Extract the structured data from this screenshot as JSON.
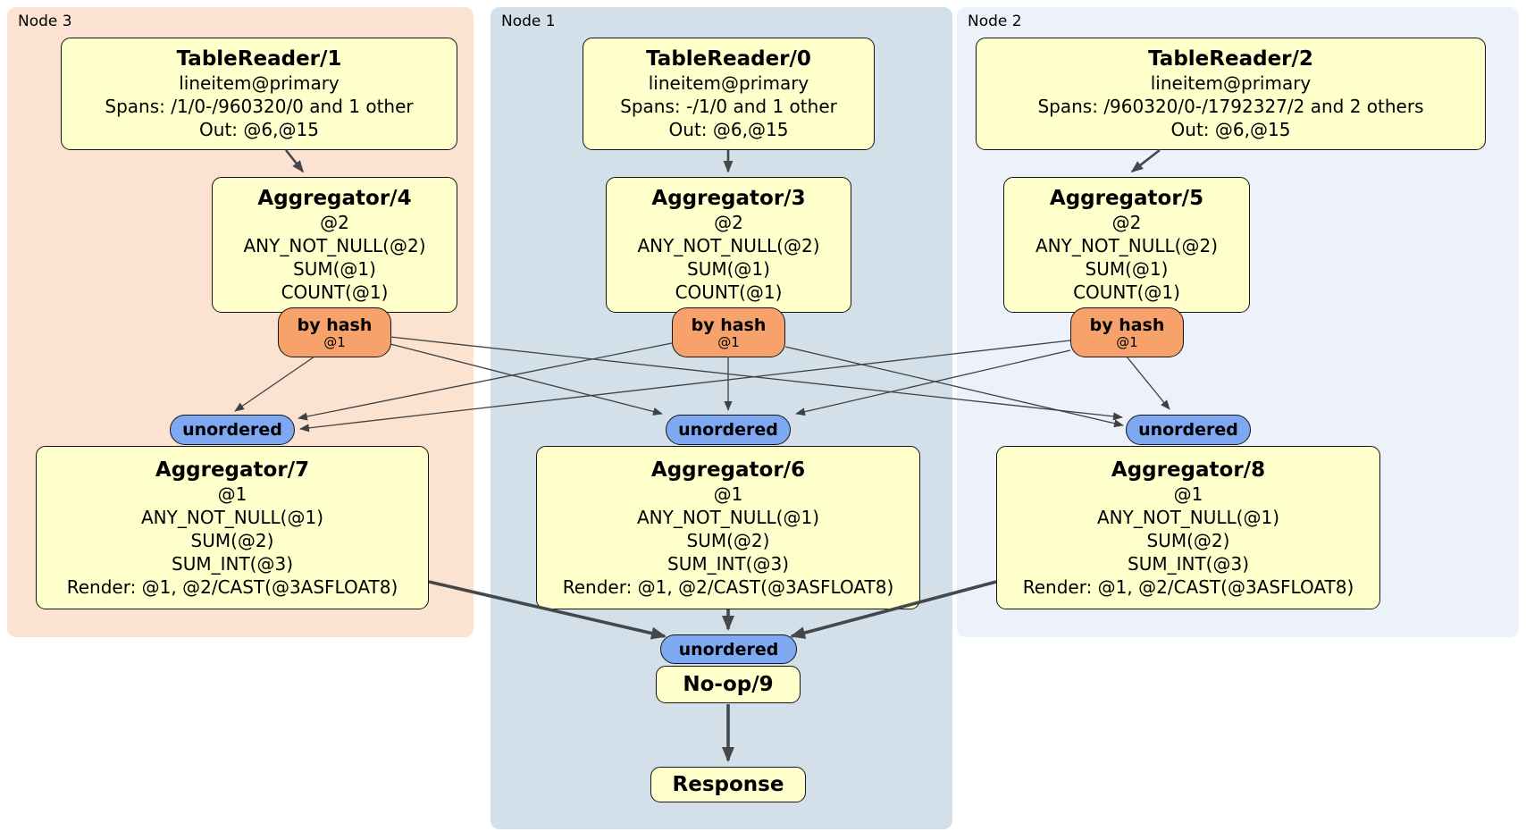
{
  "panels": [
    {
      "id": "node3",
      "label": "Node 3"
    },
    {
      "id": "node1",
      "label": "Node 1"
    },
    {
      "id": "node2",
      "label": "Node 2"
    }
  ],
  "boxes": {
    "tr1": {
      "title": "TableReader/1",
      "lines": [
        "lineitem@primary",
        "Spans: /1/0-/960320/0 and 1 other",
        "Out: @6,@15"
      ]
    },
    "tr0": {
      "title": "TableReader/0",
      "lines": [
        "lineitem@primary",
        "Spans: -/1/0 and 1 other",
        "Out: @6,@15"
      ]
    },
    "tr2": {
      "title": "TableReader/2",
      "lines": [
        "lineitem@primary",
        "Spans: /960320/0-/1792327/2 and 2 others",
        "Out: @6,@15"
      ]
    },
    "agg4": {
      "title": "Aggregator/4",
      "lines": [
        "@2",
        "ANY_NOT_NULL(@2)",
        "SUM(@1)",
        "COUNT(@1)"
      ]
    },
    "agg3": {
      "title": "Aggregator/3",
      "lines": [
        "@2",
        "ANY_NOT_NULL(@2)",
        "SUM(@1)",
        "COUNT(@1)"
      ]
    },
    "agg5": {
      "title": "Aggregator/5",
      "lines": [
        "@2",
        "ANY_NOT_NULL(@2)",
        "SUM(@1)",
        "COUNT(@1)"
      ]
    },
    "agg7": {
      "title": "Aggregator/7",
      "lines": [
        "@1",
        "ANY_NOT_NULL(@1)",
        "SUM(@2)",
        "SUM_INT(@3)",
        "Render: @1, @2/CAST(@3ASFLOAT8)"
      ]
    },
    "agg6": {
      "title": "Aggregator/6",
      "lines": [
        "@1",
        "ANY_NOT_NULL(@1)",
        "SUM(@2)",
        "SUM_INT(@3)",
        "Render: @1, @2/CAST(@3ASFLOAT8)"
      ]
    },
    "agg8": {
      "title": "Aggregator/8",
      "lines": [
        "@1",
        "ANY_NOT_NULL(@1)",
        "SUM(@2)",
        "SUM_INT(@3)",
        "Render: @1, @2/CAST(@3ASFLOAT8)"
      ]
    },
    "noop": {
      "title": "No-op/9"
    },
    "response": {
      "title": "Response"
    }
  },
  "routers": {
    "byhash3": {
      "label": "by hash",
      "sublabel": "@1"
    },
    "byhash1": {
      "label": "by hash",
      "sublabel": "@1"
    },
    "byhash2": {
      "label": "by hash",
      "sublabel": "@1"
    }
  },
  "syncs": {
    "unordered3": {
      "label": "unordered"
    },
    "unordered1": {
      "label": "unordered"
    },
    "unordered2": {
      "label": "unordered"
    },
    "unordered_final": {
      "label": "unordered"
    }
  },
  "edges": [
    {
      "from": "tr1",
      "to": "agg4"
    },
    {
      "from": "tr0",
      "to": "agg3"
    },
    {
      "from": "tr2",
      "to": "agg5"
    },
    {
      "from": "byhash3",
      "to": "unordered3"
    },
    {
      "from": "byhash3",
      "to": "unordered1"
    },
    {
      "from": "byhash3",
      "to": "unordered2"
    },
    {
      "from": "byhash1",
      "to": "unordered3"
    },
    {
      "from": "byhash1",
      "to": "unordered1"
    },
    {
      "from": "byhash1",
      "to": "unordered2"
    },
    {
      "from": "byhash2",
      "to": "unordered3"
    },
    {
      "from": "byhash2",
      "to": "unordered1"
    },
    {
      "from": "byhash2",
      "to": "unordered2"
    },
    {
      "from": "agg7",
      "to": "unordered_final"
    },
    {
      "from": "agg6",
      "to": "unordered_final"
    },
    {
      "from": "agg8",
      "to": "unordered_final"
    },
    {
      "from": "noop",
      "to": "response"
    }
  ],
  "colors": {
    "panel_node3_bg": "#fce2d0",
    "panel_node1_bg": "#d3e0e9",
    "panel_node2_bg": "#edf1fa",
    "processor_box_bg": "#ffffcc",
    "router_bg": "#f7a26b",
    "sync_bg": "#7ea8f1",
    "box_border": "#141414",
    "edge_thin": "#3e4042",
    "edge_thick": "#44484b"
  }
}
